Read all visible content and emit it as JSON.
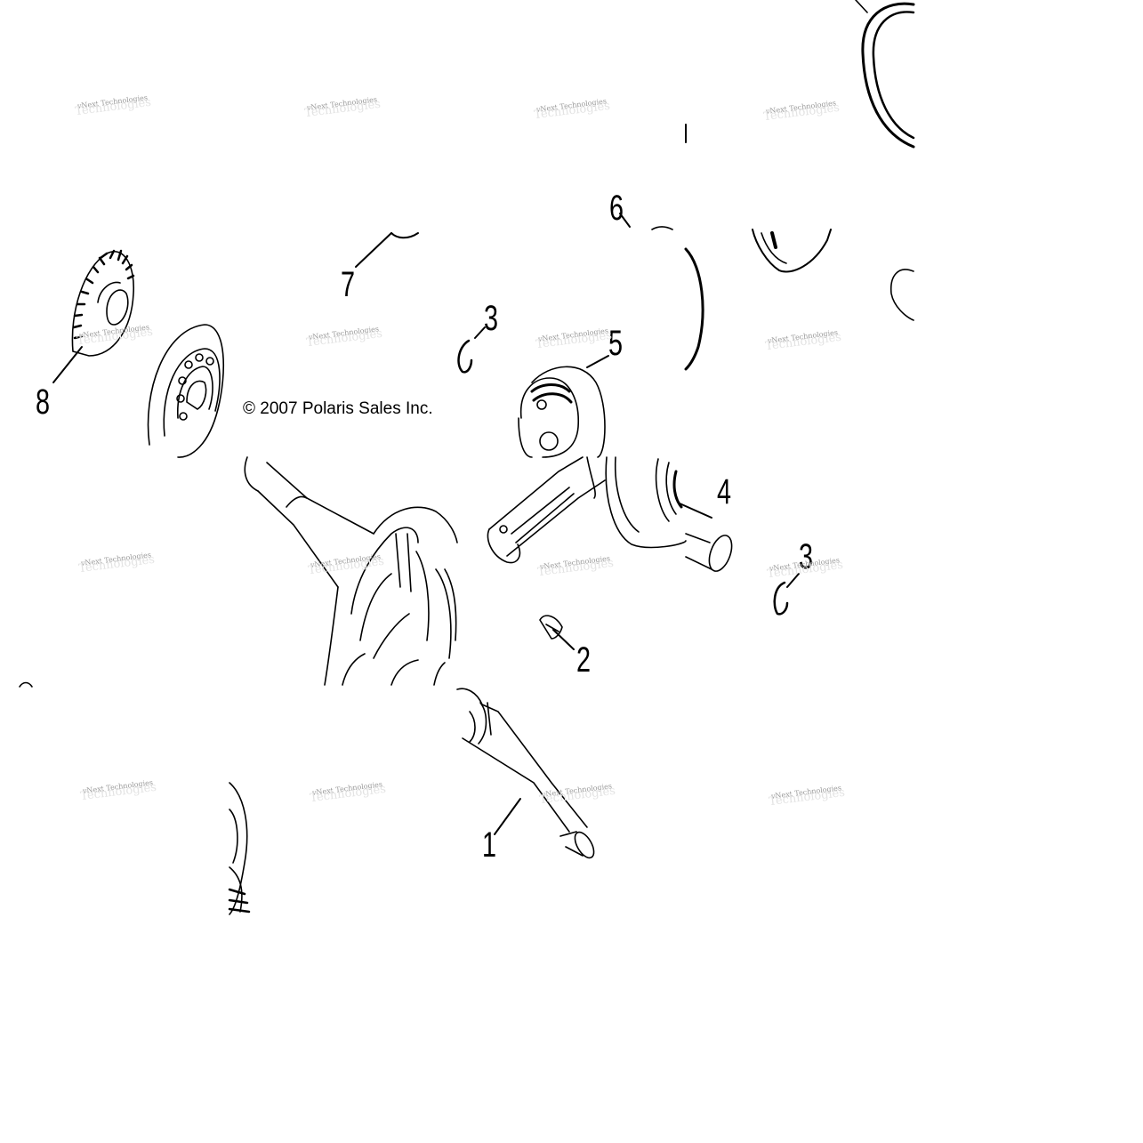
{
  "copyright": "© 2007 Polaris Sales Inc.",
  "watermark": {
    "line": "vNext Technologies",
    "shadow": "Technologies"
  },
  "callouts": {
    "c1": "1",
    "c2": "2",
    "c3a": "3",
    "c3b": "3",
    "c4": "4",
    "c5": "5",
    "c6": "6",
    "c7": "7",
    "c8": "8"
  },
  "colors": {
    "line": "#000000",
    "background": "#ffffff",
    "watermark": "#9a9a9a"
  }
}
